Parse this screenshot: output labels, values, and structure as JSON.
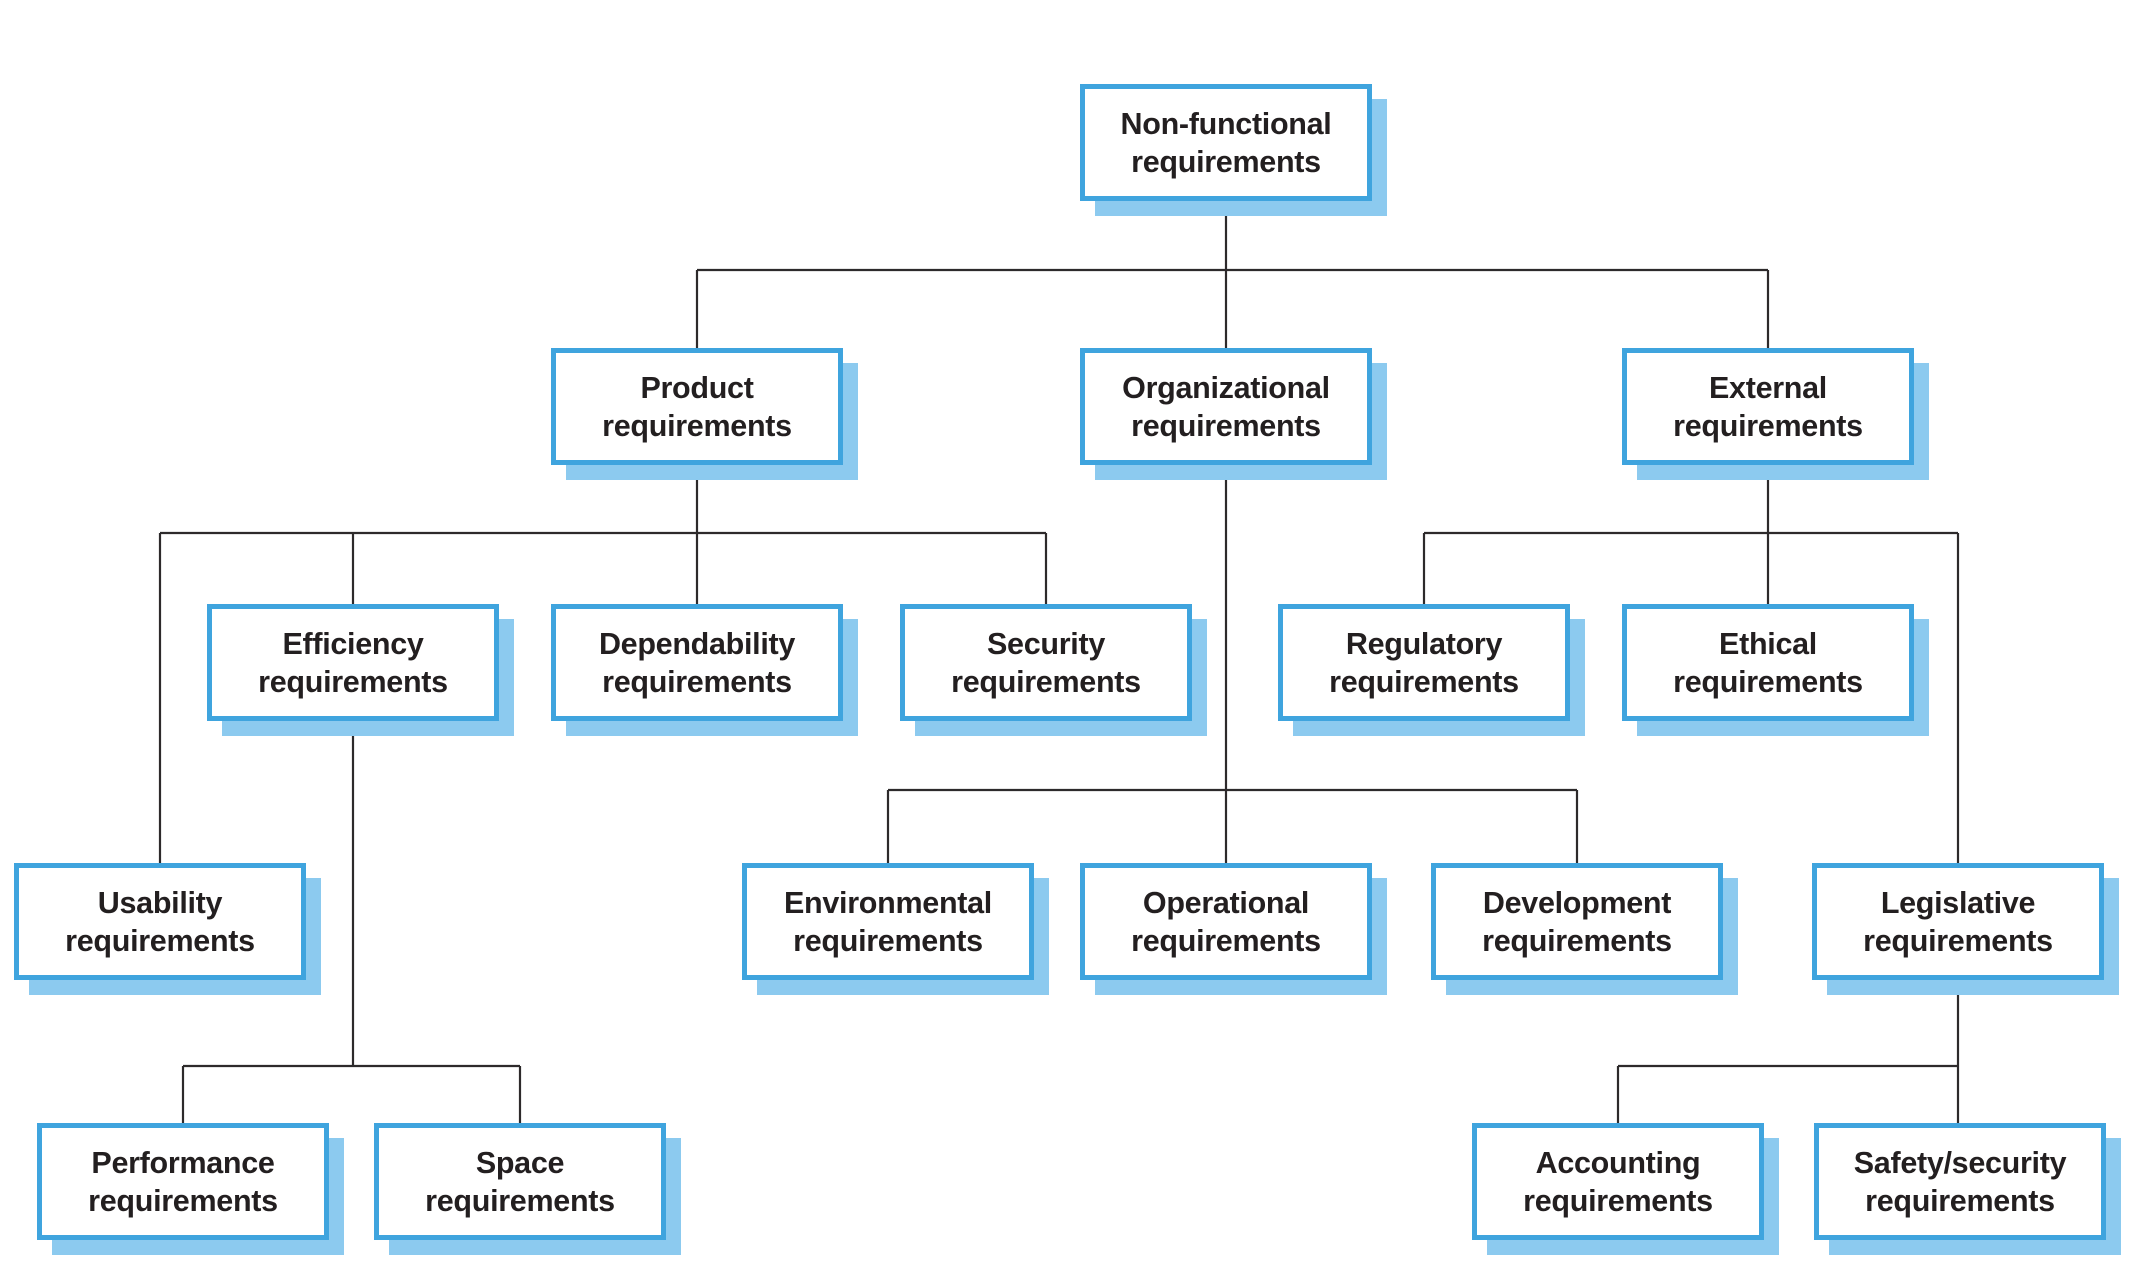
{
  "diagram_type": "hierarchy-tree",
  "root_label": "Non-functional requirements",
  "colors": {
    "box_border": "#3fa4de",
    "box_shadow": "#8ccaef",
    "box_fill": "#ffffff",
    "connector_line": "#2d2a2b",
    "text": "#231f20",
    "background": "#ffffff"
  },
  "nodes": [
    {
      "id": "non-functional",
      "label": "Non-functional requirements",
      "parent": null
    },
    {
      "id": "product",
      "label": "Product requirements",
      "parent": "non-functional"
    },
    {
      "id": "organizational",
      "label": "Organizational requirements",
      "parent": "non-functional"
    },
    {
      "id": "external",
      "label": "External requirements",
      "parent": "non-functional"
    },
    {
      "id": "usability",
      "label": "Usability requirements",
      "parent": "product"
    },
    {
      "id": "efficiency",
      "label": "Efficiency requirements",
      "parent": "product"
    },
    {
      "id": "dependability",
      "label": "Dependability requirements",
      "parent": "product"
    },
    {
      "id": "security",
      "label": "Security requirements",
      "parent": "product"
    },
    {
      "id": "performance",
      "label": "Performance requirements",
      "parent": "efficiency"
    },
    {
      "id": "space",
      "label": "Space requirements",
      "parent": "efficiency"
    },
    {
      "id": "environmental",
      "label": "Environmental requirements",
      "parent": "organizational"
    },
    {
      "id": "operational",
      "label": "Operational requirements",
      "parent": "organizational"
    },
    {
      "id": "development",
      "label": "Development requirements",
      "parent": "organizational"
    },
    {
      "id": "regulatory",
      "label": "Regulatory requirements",
      "parent": "external"
    },
    {
      "id": "ethical",
      "label": "Ethical requirements",
      "parent": "external"
    },
    {
      "id": "legislative",
      "label": "Legislative requirements",
      "parent": "external"
    },
    {
      "id": "accounting",
      "label": "Accounting requirements",
      "parent": "legislative"
    },
    {
      "id": "safety-security",
      "label": "Safety/security requirements",
      "parent": "legislative"
    }
  ]
}
